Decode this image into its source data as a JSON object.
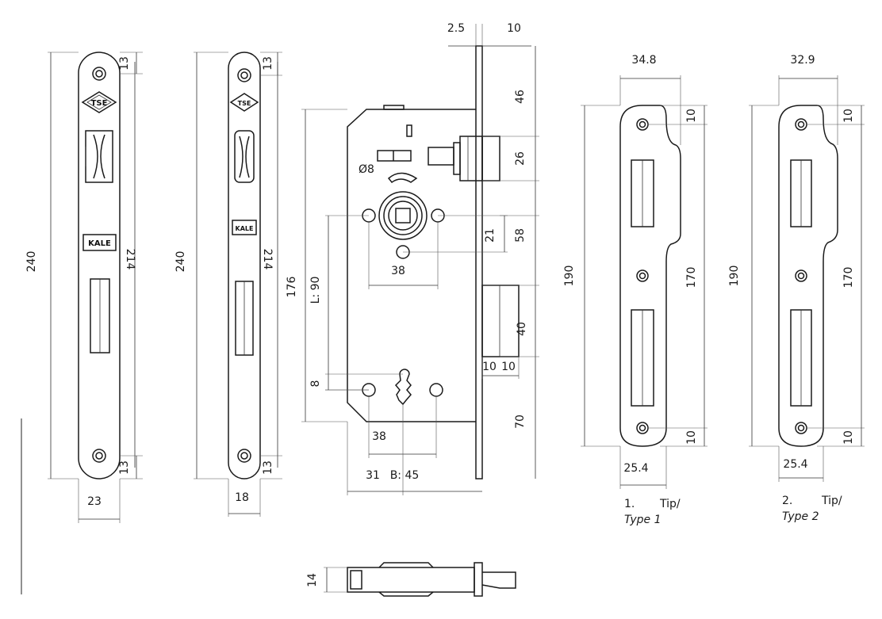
{
  "faceplate_23": {
    "height": "240",
    "inner": "214",
    "top_hole": "13",
    "bottom_hole": "13",
    "width": "23"
  },
  "faceplate_18": {
    "height": "240",
    "inner": "214",
    "top_hole": "13",
    "bottom_hole": "13",
    "width": "18"
  },
  "lock_body": {
    "top_a": "2.5",
    "top_b": "10",
    "d46": "46",
    "d26": "26",
    "d58": "58",
    "d21": "21",
    "d40": "40",
    "d70": "70",
    "d176": "176",
    "L90": "L: 90",
    "d8": "8",
    "phi8": "Ø8",
    "d38_top": "38",
    "d38_bottom": "38",
    "d10a": "10",
    "d10b": "10",
    "d31": "31",
    "B45": "B: 45"
  },
  "side_view": {
    "d14": "14"
  },
  "strike_type1": {
    "width": "34.8",
    "height": "190",
    "inner": "170",
    "top": "10",
    "bottom": "10",
    "base": "25.4",
    "tip_no": "1.",
    "tip": "Tip/",
    "type": "Type 1"
  },
  "strike_type2": {
    "width": "32.9",
    "height": "190",
    "inner": "170",
    "top": "10",
    "bottom": "10",
    "base": "25.4",
    "tip_no": "2.",
    "tip": "Tip/",
    "type": "Type 2"
  },
  "logos": {
    "tse": "TSE",
    "kale": "KALE"
  }
}
